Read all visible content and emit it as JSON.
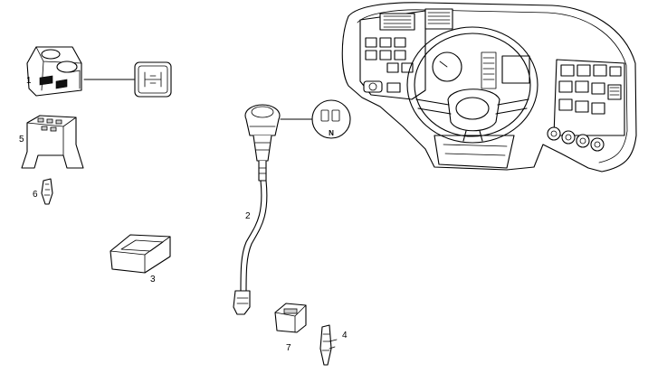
{
  "callouts": {
    "c1": "1",
    "c2": "2",
    "c3": "3",
    "c4": "4",
    "c5": "5",
    "c6": "6",
    "c7": "7"
  },
  "symbols": {
    "shift_letter": "N"
  }
}
